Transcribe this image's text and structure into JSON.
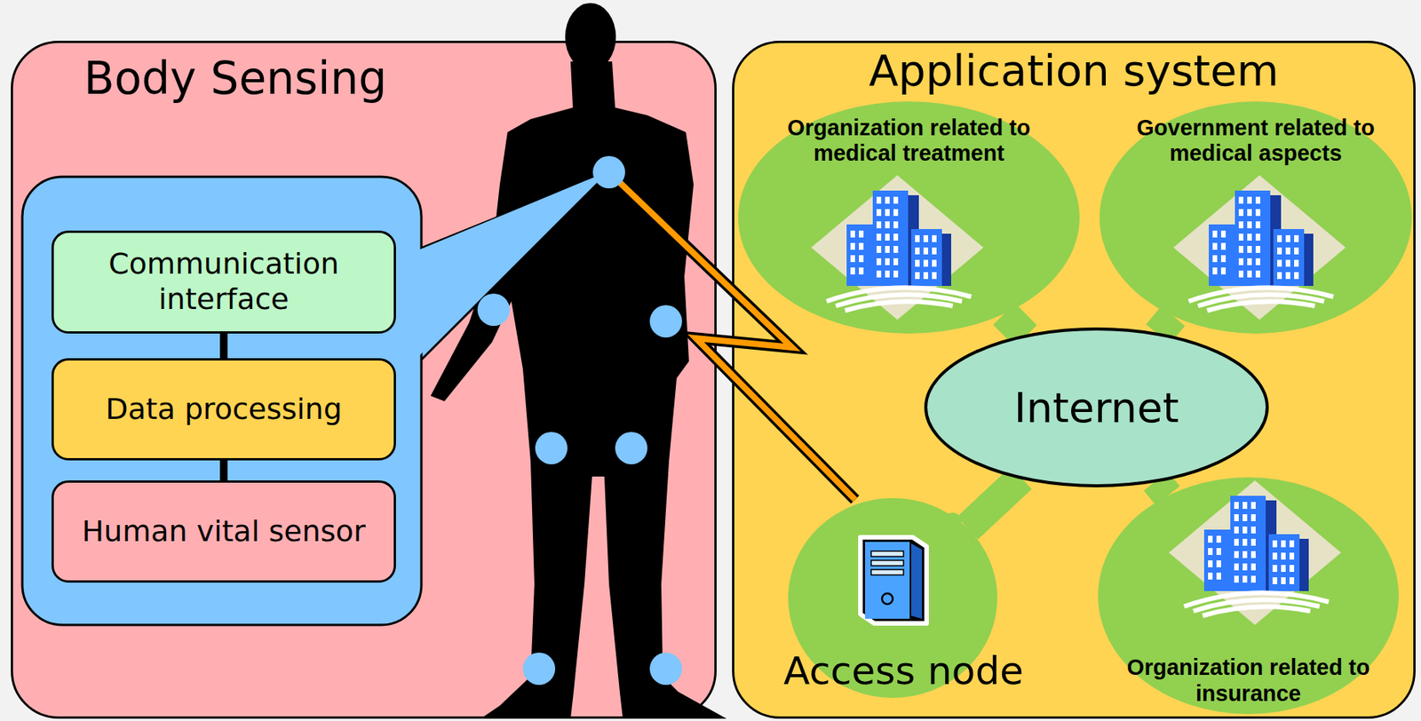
{
  "diagram": {
    "nodes": [
      {
        "text": [
          "Body Sensing"
        ]
      },
      {
        "text": [
          "Communication interface"
        ],
        "in": 0
      },
      {
        "text": [
          "Data processing"
        ],
        "in": 0
      },
      {
        "text": [
          "Human vital sensor"
        ],
        "in": 0
      },
      {
        "text": [
          "Application system"
        ]
      },
      {
        "text": [
          "Organization related to medical treatment"
        ],
        "in": 4
      },
      {
        "text": [
          "Government related to medical aspects"
        ],
        "in": 4
      },
      {
        "text": [
          "Internet"
        ],
        "in": 4
      },
      {
        "text": [
          "Access node"
        ],
        "in": 4
      },
      {
        "text": [
          "Organization related to insurance"
        ],
        "in": 4
      }
    ],
    "edges": [
      {
        "from": 1,
        "to": 2,
        "arrow": "none"
      },
      {
        "from": 2,
        "to": 3,
        "arrow": "none"
      },
      {
        "from": 5,
        "to": 7,
        "arrow": "none"
      },
      {
        "from": 6,
        "to": 7,
        "arrow": "none"
      },
      {
        "from": 8,
        "to": 7,
        "arrow": "none"
      },
      {
        "from": 9,
        "to": 7,
        "arrow": "none"
      }
    ]
  }
}
